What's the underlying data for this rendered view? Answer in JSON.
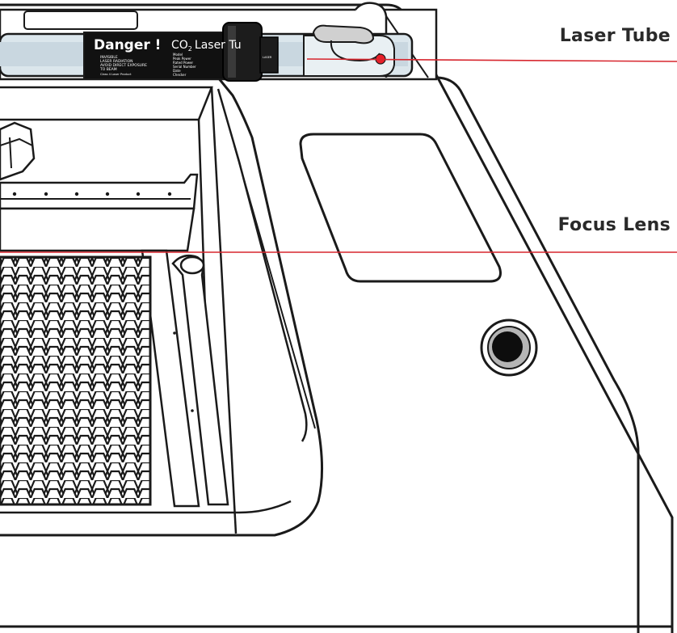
{
  "callouts": {
    "laser_tube": "Laser Tube",
    "focus_lens": "Focus Lens"
  },
  "tube_label": {
    "danger": "Danger !",
    "warning_lines": [
      "INVISIBLE",
      "LASER RADIATION",
      "AVOID DIRECT EXPOSURE",
      "TO BEAM"
    ],
    "class_text": "Class 4 Laser Product",
    "co2_prefix": "CO",
    "co2_sub": "2",
    "co2_suffix": "Laser Tu",
    "spec_lines": [
      "Model",
      "Peak Power",
      "Rated Power",
      "Serial Number",
      "Date",
      "Checker"
    ],
    "badge_text": "LASER"
  },
  "colors": {
    "outline": "#1a1a1a",
    "callout_line": "#d7262e",
    "tube_glass": "#dbe6ec",
    "tube_label_bg": "#111111",
    "marker": "#e8202a",
    "port": "#0d0d0d",
    "port_ring": "#b5b5b5"
  },
  "icons": {
    "grid": "hexagon-honeycomb",
    "port": "circular-port",
    "marker": "red-dot"
  }
}
